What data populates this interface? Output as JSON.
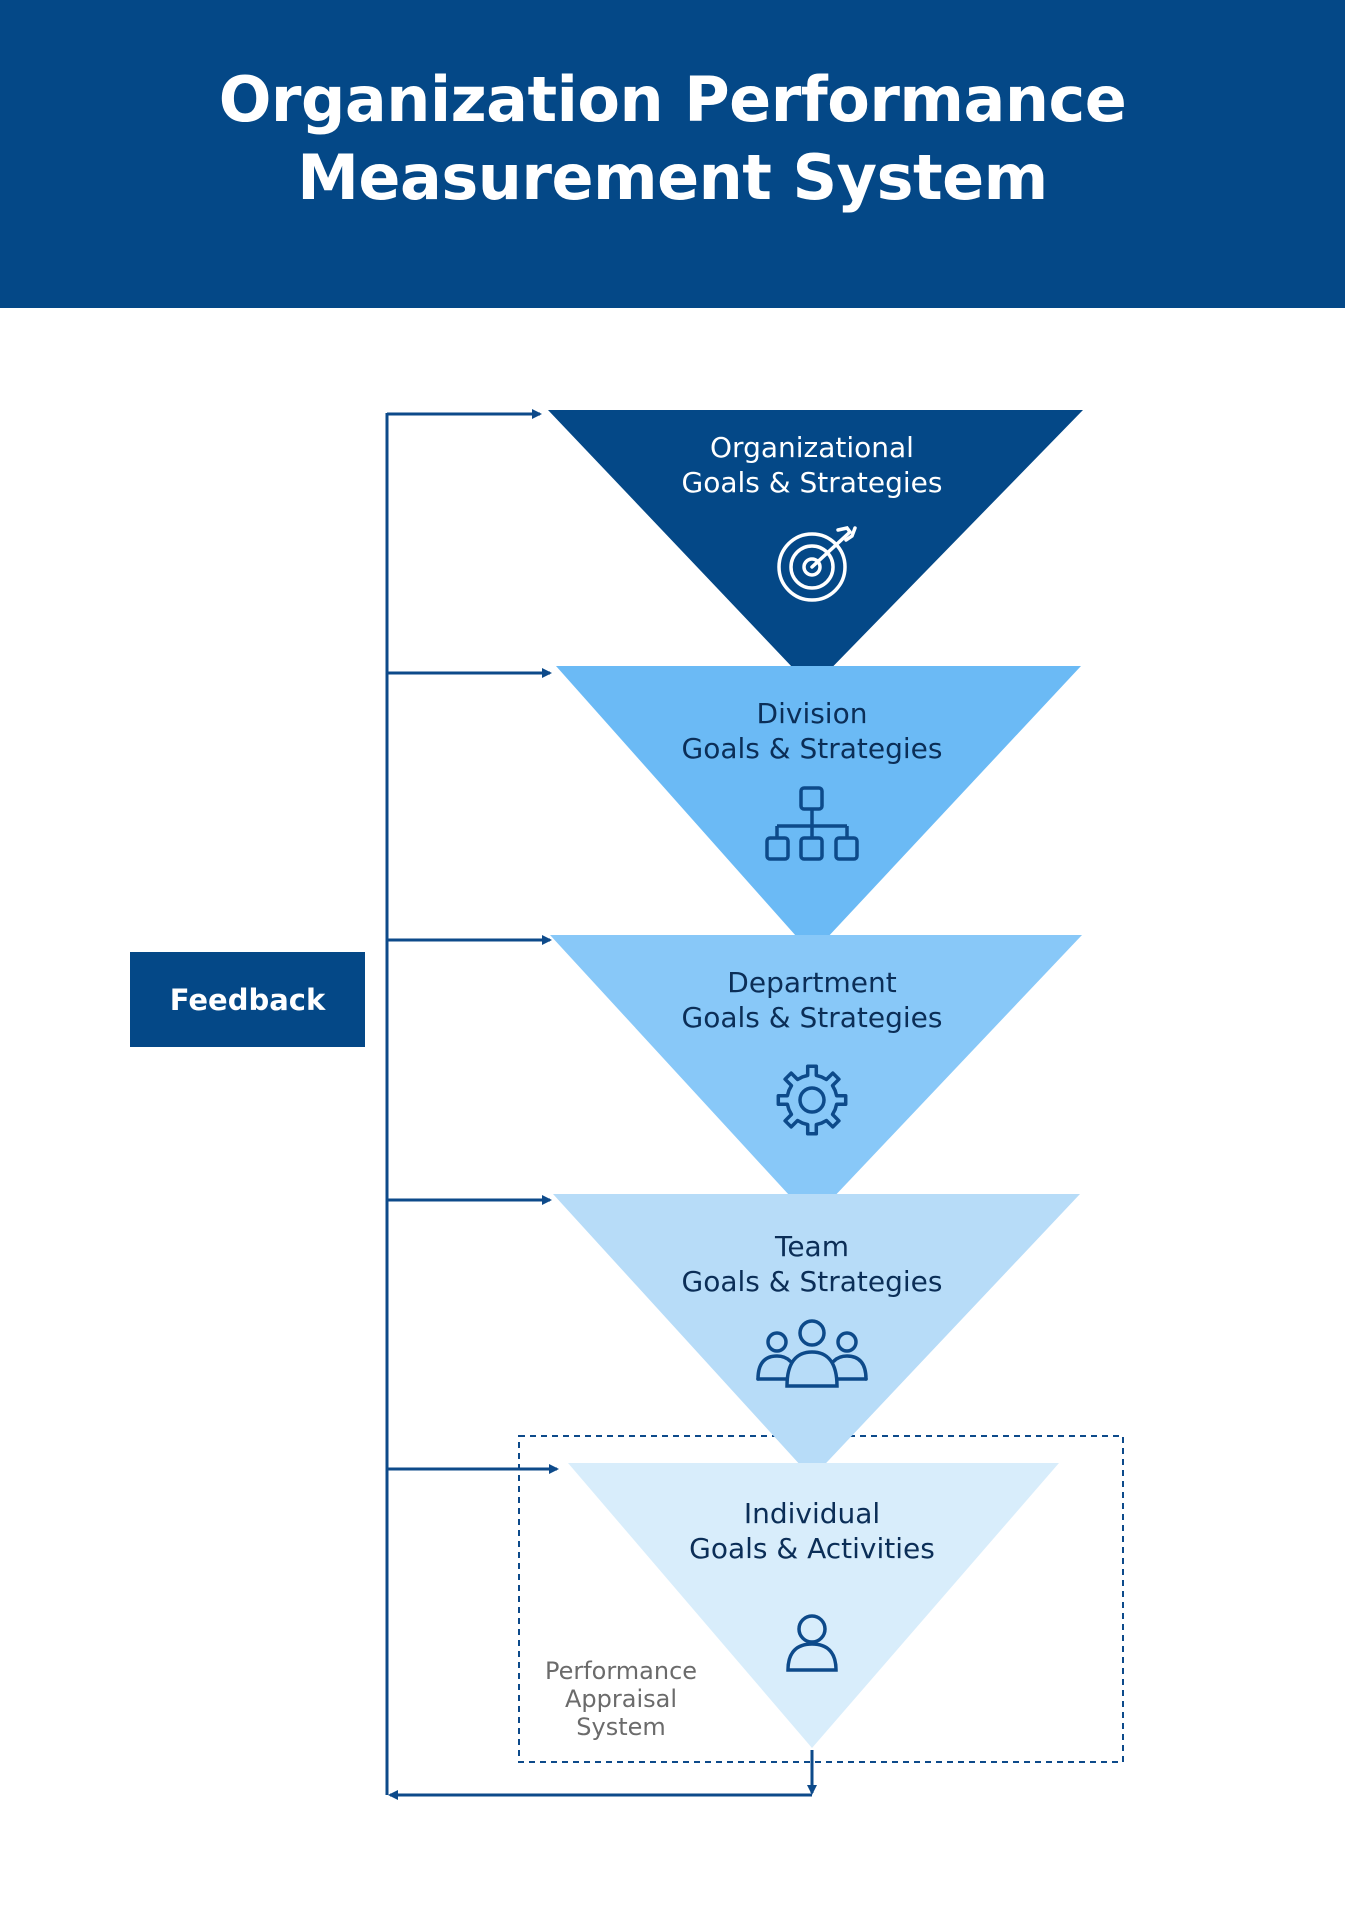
{
  "header": {
    "title_line1": "Organization Performance",
    "title_line2": "Measurement System"
  },
  "feedback_label": "Feedback",
  "levels": [
    {
      "title": "Organizational",
      "subtitle": "Goals & Strategies",
      "icon": "target-icon"
    },
    {
      "title": "Division",
      "subtitle": "Goals & Strategies",
      "icon": "org-chart-icon"
    },
    {
      "title": "Department",
      "subtitle": "Goals & Strategies",
      "icon": "gear-icon"
    },
    {
      "title": "Team",
      "subtitle": "Goals & Strategies",
      "icon": "team-icon"
    },
    {
      "title": "Individual",
      "subtitle": "Goals & Activities",
      "icon": "person-icon"
    }
  ],
  "appraisal": {
    "line1": "Performance",
    "line2": "Appraisal",
    "line3": "System"
  },
  "colors": {
    "header_bg": "#044887",
    "feedback_bg": "#044887",
    "connector": "#0d4a8a",
    "level_fills": [
      "#044887",
      "#6bbaf5",
      "#88c8f8",
      "#b7dcf8",
      "#d8edfb"
    ],
    "level_text": [
      "#ffffff",
      "#0b2e57",
      "#0b2e57",
      "#0b2e57",
      "#0b2e57"
    ],
    "icon_stroke": [
      "#ffffff",
      "#0d4a8a",
      "#0d4a8a",
      "#0d4a8a",
      "#0d4a8a"
    ]
  }
}
